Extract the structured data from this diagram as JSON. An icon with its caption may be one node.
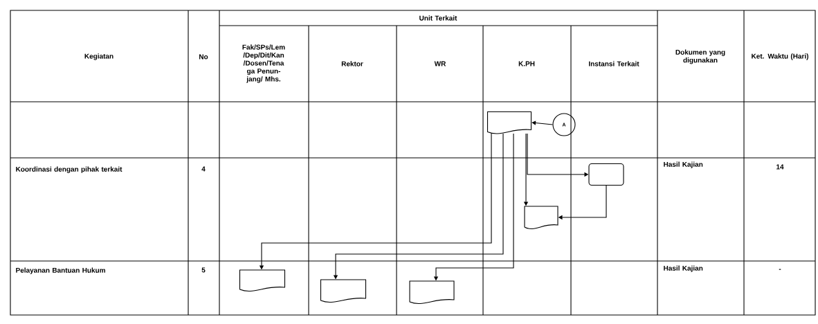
{
  "diagram": {
    "nodes": [
      {
        "text": [
          "A"
        ]
      },
      {
        "text": [],
        "shape": "document"
      },
      {
        "text": [],
        "shape": "box"
      },
      {
        "text": [],
        "shape": "document"
      },
      {
        "text": [],
        "shape": "document"
      },
      {
        "text": [],
        "shape": "document"
      },
      {
        "text": [],
        "shape": "document"
      }
    ],
    "edges": [
      {
        "from": 0,
        "to": 1,
        "arrow": "to"
      },
      {
        "from": 1,
        "to": 2,
        "arrow": "to"
      },
      {
        "from": 1,
        "to": 3,
        "arrow": "to"
      },
      {
        "from": 2,
        "to": 3,
        "arrow": "to"
      },
      {
        "from": 1,
        "to": 4,
        "arrow": "to"
      },
      {
        "from": 1,
        "to": 5,
        "arrow": "to"
      },
      {
        "from": 1,
        "to": 6,
        "arrow": "to"
      }
    ],
    "labels": [
      "Kegiatan",
      "No",
      "Unit Terkait",
      "Dokumen yang digunakan",
      "Ket. Waktu (Hari)",
      "Fak/SPs/Lem /Dep/Dit/Kan /Dosen/Tena ga Penun- jang/ Mhs.",
      "Rektor",
      "WR",
      "K.PH",
      "Instansi Terkait",
      "Koordinasi dengan pihak terkait",
      "4",
      "Hasil Kajian",
      "14",
      "Pelayanan Bantuan Hukum",
      "5",
      "Hasil Kajian",
      "-"
    ]
  }
}
